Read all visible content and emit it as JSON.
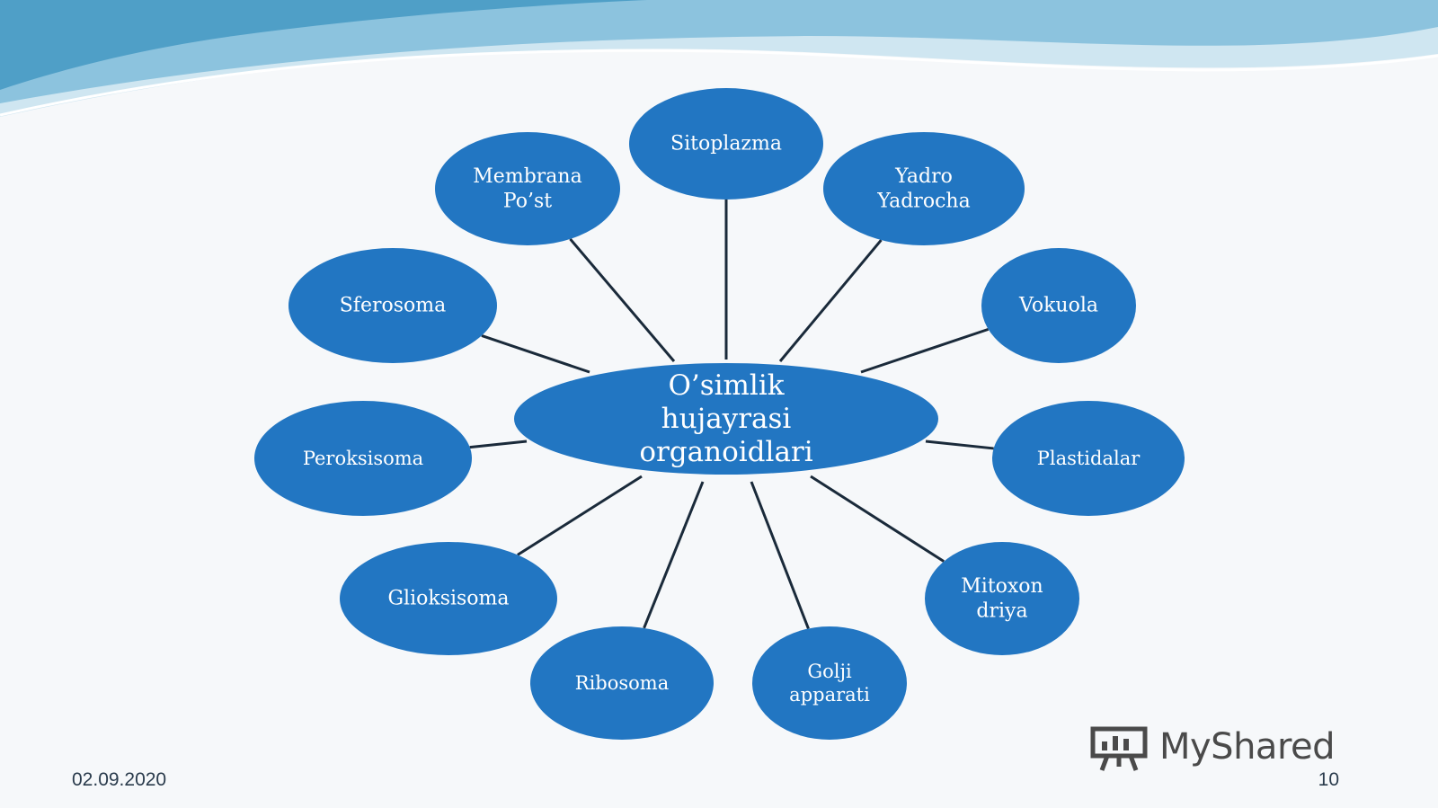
{
  "colors": {
    "node_fill": "#2276c2",
    "connector": "#1a2a3a",
    "wave_light": "#cfe6f1",
    "wave_mid": "#8cc3de",
    "wave_dark": "#4f9fc7"
  },
  "center": {
    "lines": [
      "O’simlik",
      "hujayrasi",
      "organoidlari"
    ]
  },
  "nodes": [
    {
      "id": "sitoplazma",
      "lines": [
        "Sitoplazma"
      ]
    },
    {
      "id": "yadro",
      "lines": [
        "Yadro",
        "Yadrocha"
      ]
    },
    {
      "id": "vokuola",
      "lines": [
        "Vokuola"
      ]
    },
    {
      "id": "plastidalar",
      "lines": [
        "Plastidalar"
      ]
    },
    {
      "id": "mitoxondriya",
      "lines": [
        "Mitoxon",
        "driya"
      ]
    },
    {
      "id": "golji",
      "lines": [
        "Golji",
        "apparati"
      ]
    },
    {
      "id": "ribosoma",
      "lines": [
        "Ribosoma"
      ]
    },
    {
      "id": "glioksisoma",
      "lines": [
        "Glioksisoma"
      ]
    },
    {
      "id": "peroksisoma",
      "lines": [
        "Peroksisoma"
      ]
    },
    {
      "id": "sferosoma",
      "lines": [
        "Sferosoma"
      ]
    },
    {
      "id": "membrana",
      "lines": [
        "Membrana",
        "Po’st"
      ]
    }
  ],
  "footer": {
    "date": "02.09.2020",
    "page": "10"
  },
  "watermark": {
    "text": "MyShared",
    "icon": "presentation-board-icon"
  }
}
